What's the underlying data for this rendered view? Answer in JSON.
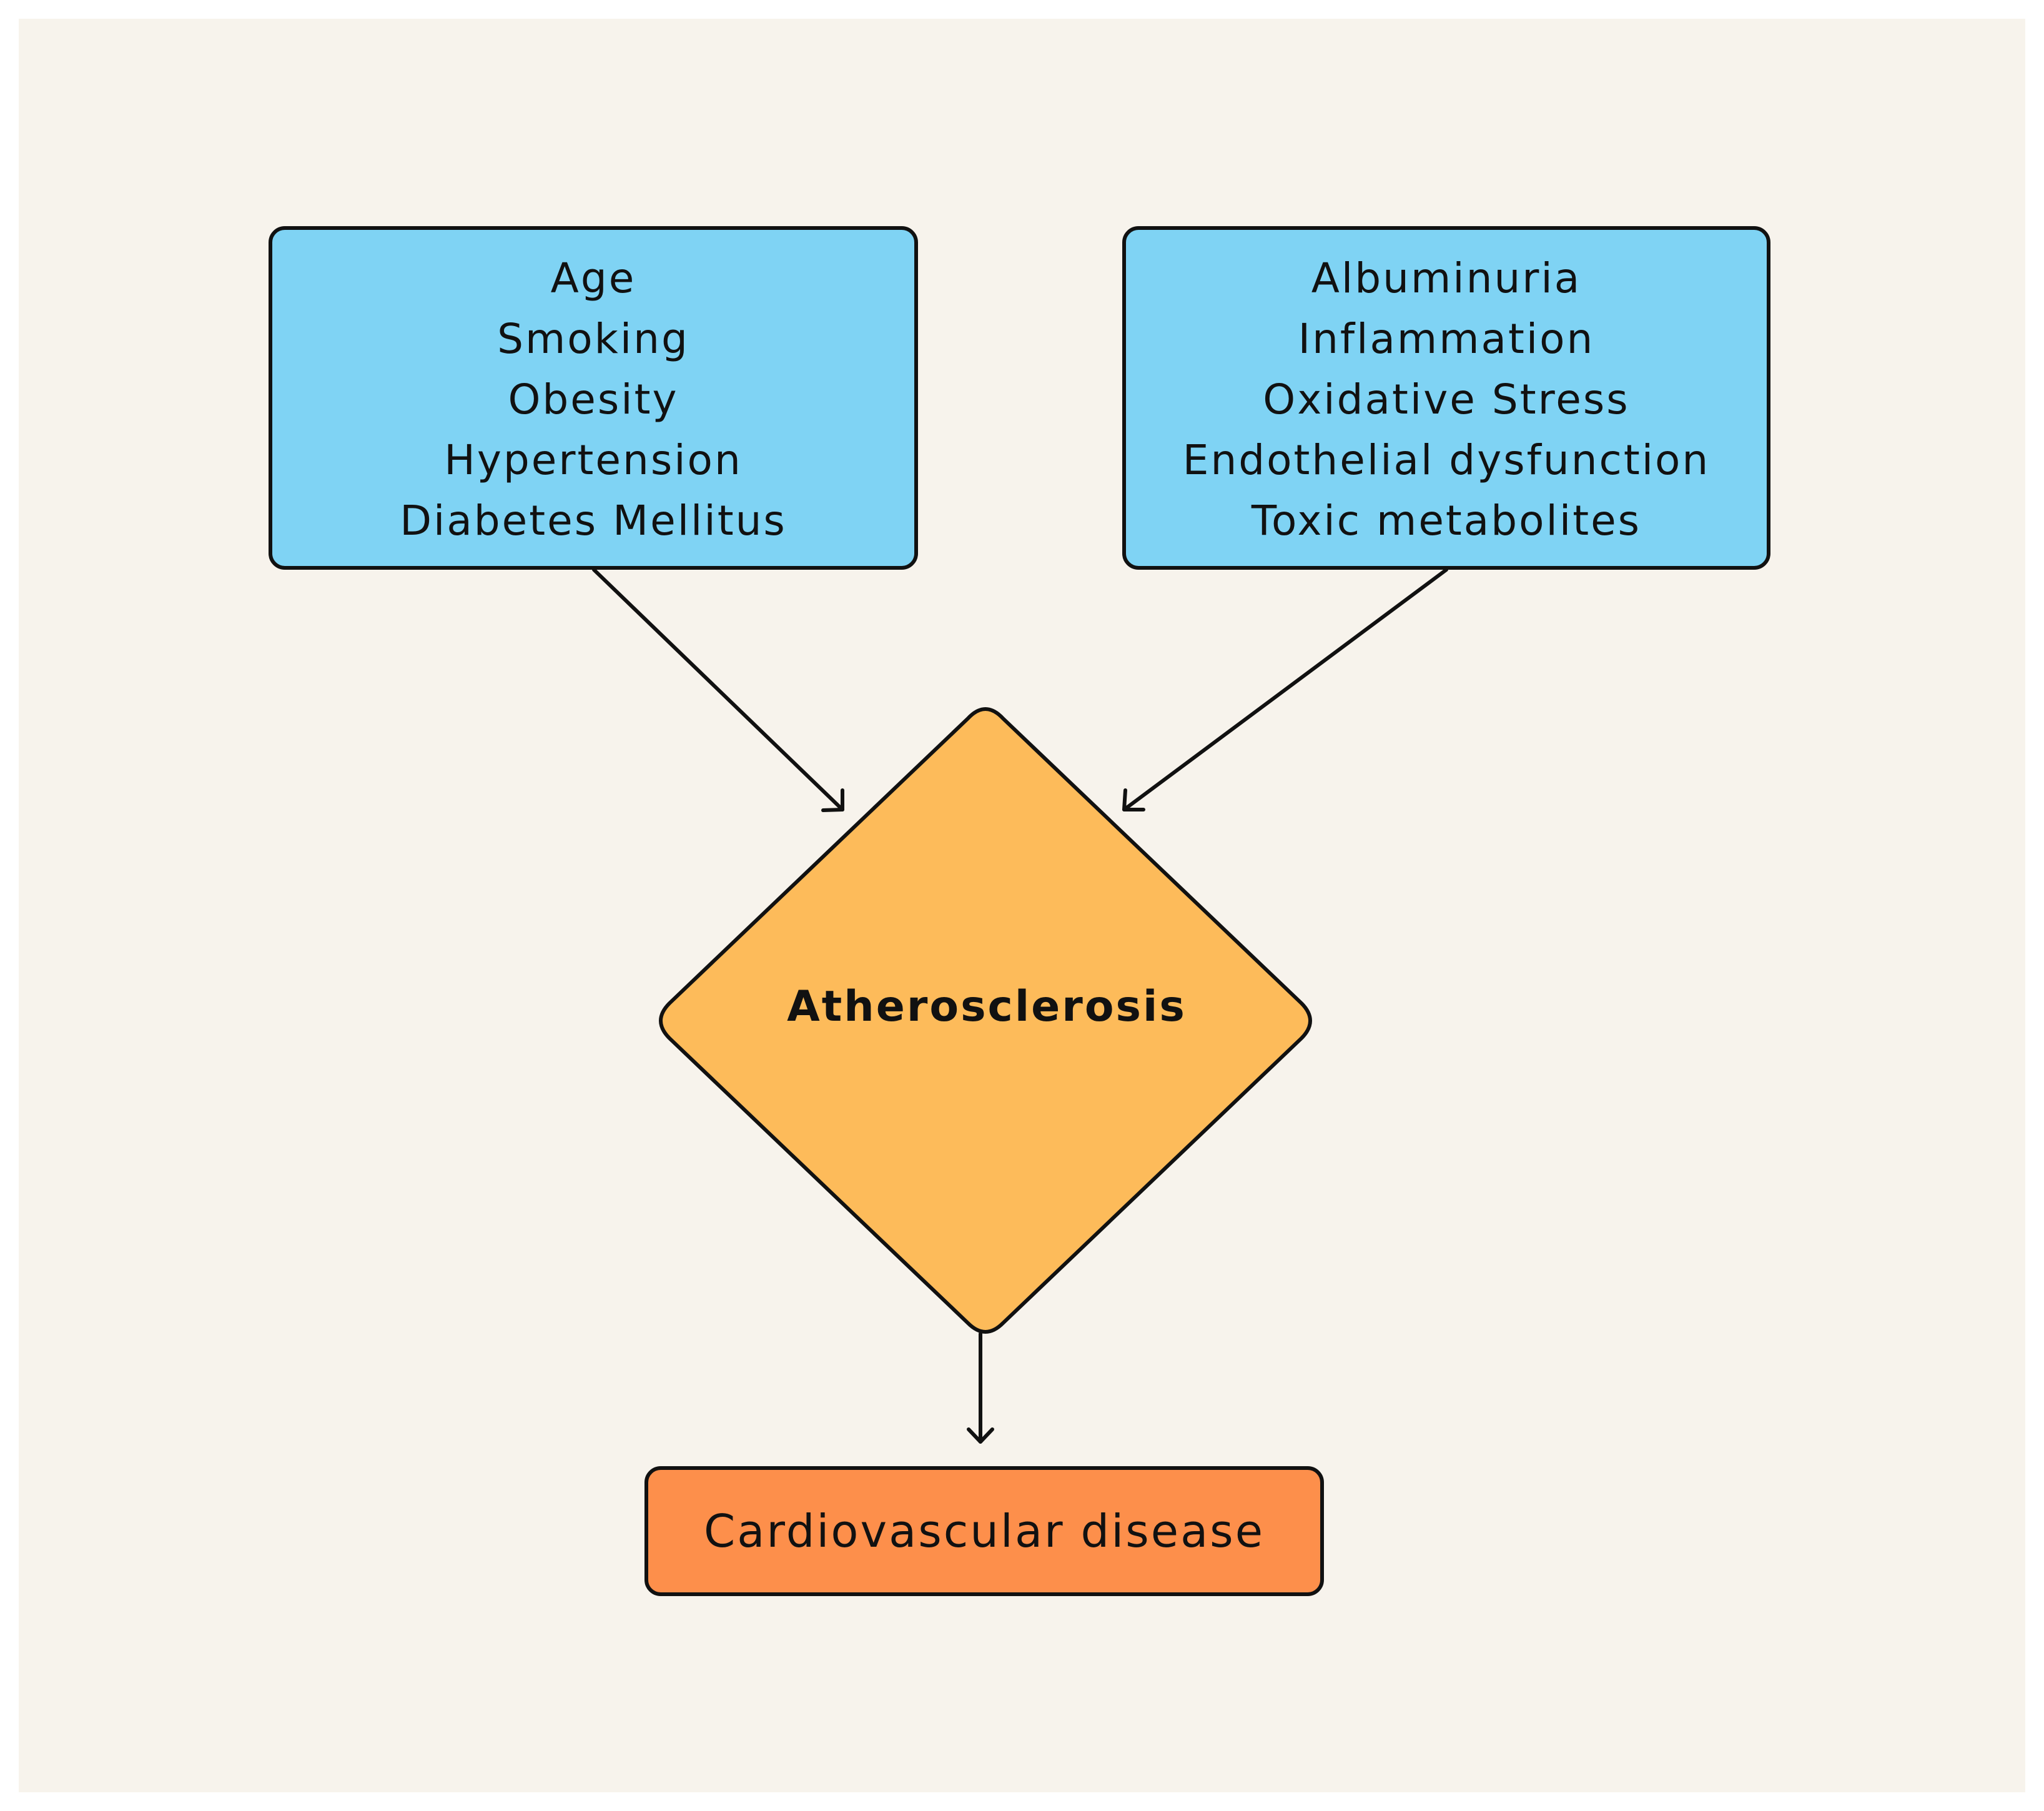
{
  "diagram": {
    "left_factors": [
      "Age",
      "Smoking",
      "Obesity",
      "Hypertension",
      "Diabetes Mellitus"
    ],
    "right_factors": [
      "Albuminuria",
      "Inflammation",
      "Oxidative Stress",
      "Endothelial dysfunction",
      "Toxic metabolites"
    ],
    "center_node": "Atherosclerosis",
    "outcome_node": "Cardiovascular disease"
  },
  "colors": {
    "background": "#f7f3ec",
    "factor_box": "#7fd3f4",
    "center_node": "#fdbb5a",
    "outcome_node": "#fd8f4b",
    "stroke": "#111111"
  }
}
